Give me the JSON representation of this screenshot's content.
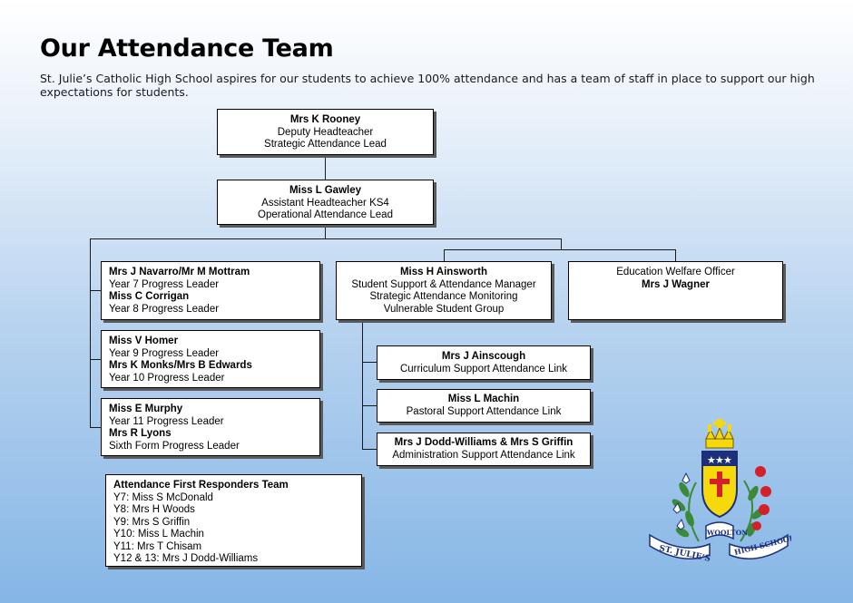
{
  "page": {
    "title": "Our Attendance Team",
    "intro": "St. Julie’s Catholic High School aspires for our students to achieve 100% attendance and has a team of staff in place to support our high expectations for students."
  },
  "org": {
    "rooney": {
      "name": "Mrs K Rooney",
      "role1": "Deputy Headteacher",
      "role2": "Strategic Attendance Lead"
    },
    "gawley": {
      "name": "Miss L Gawley",
      "role1": "Assistant Headteacher KS4",
      "role2": "Operational Attendance Lead"
    },
    "y7y8": {
      "name1": "Mrs J Navarro/Mr M Mottram",
      "role1": "Year 7 Progress Leader",
      "name2": "Miss C Corrigan",
      "role2": "Year 8 Progress Leader"
    },
    "y9y10": {
      "name1": "Miss V Homer",
      "role1": "Year 9 Progress Leader",
      "name2": "Mrs K Monks/Mrs B Edwards",
      "role2": "Year 10 Progress Leader"
    },
    "y11sf": {
      "name1": "Miss E Murphy",
      "role1": "Year 11 Progress Leader",
      "name2": "Mrs R Lyons",
      "role2": "Sixth Form Progress Leader"
    },
    "ainsworth": {
      "name": "Miss H Ainsworth",
      "role1": "Student Support & Attendance Manager",
      "role2": "Strategic Attendance Monitoring",
      "role3": "Vulnerable Student Group"
    },
    "ewo": {
      "role": "Education Welfare Officer",
      "name": "Mrs J Wagner"
    },
    "ainscough": {
      "name": "Mrs J Ainscough",
      "role": "Curriculum Support Attendance Link"
    },
    "machin": {
      "name": "Miss L Machin",
      "role": "Pastoral Support Attendance Link"
    },
    "admin": {
      "name": "Mrs J Dodd-Williams & Mrs S Griffin",
      "role": "Administration Support Attendance Link"
    },
    "responders": {
      "title": "Attendance First Responders Team",
      "items": [
        "Y7: Miss S McDonald",
        "Y8: Mrs H Woods",
        "Y9: Mrs S Griffin",
        "Y10: Miss L Machin",
        "Y11: Mrs T Chisam",
        "Y12 & 13: Mrs J Dodd-Williams"
      ]
    }
  },
  "crest": {
    "banner_left": "ST. JULIE’S",
    "banner_mid": "WOOLTON",
    "banner_right": "HIGH SCHOOL",
    "colors": {
      "shield_yellow": "#f5d90a",
      "cross_red": "#d4202a",
      "chief_navy": "#1c2f7a",
      "leaf_green": "#3a8a3a"
    }
  }
}
